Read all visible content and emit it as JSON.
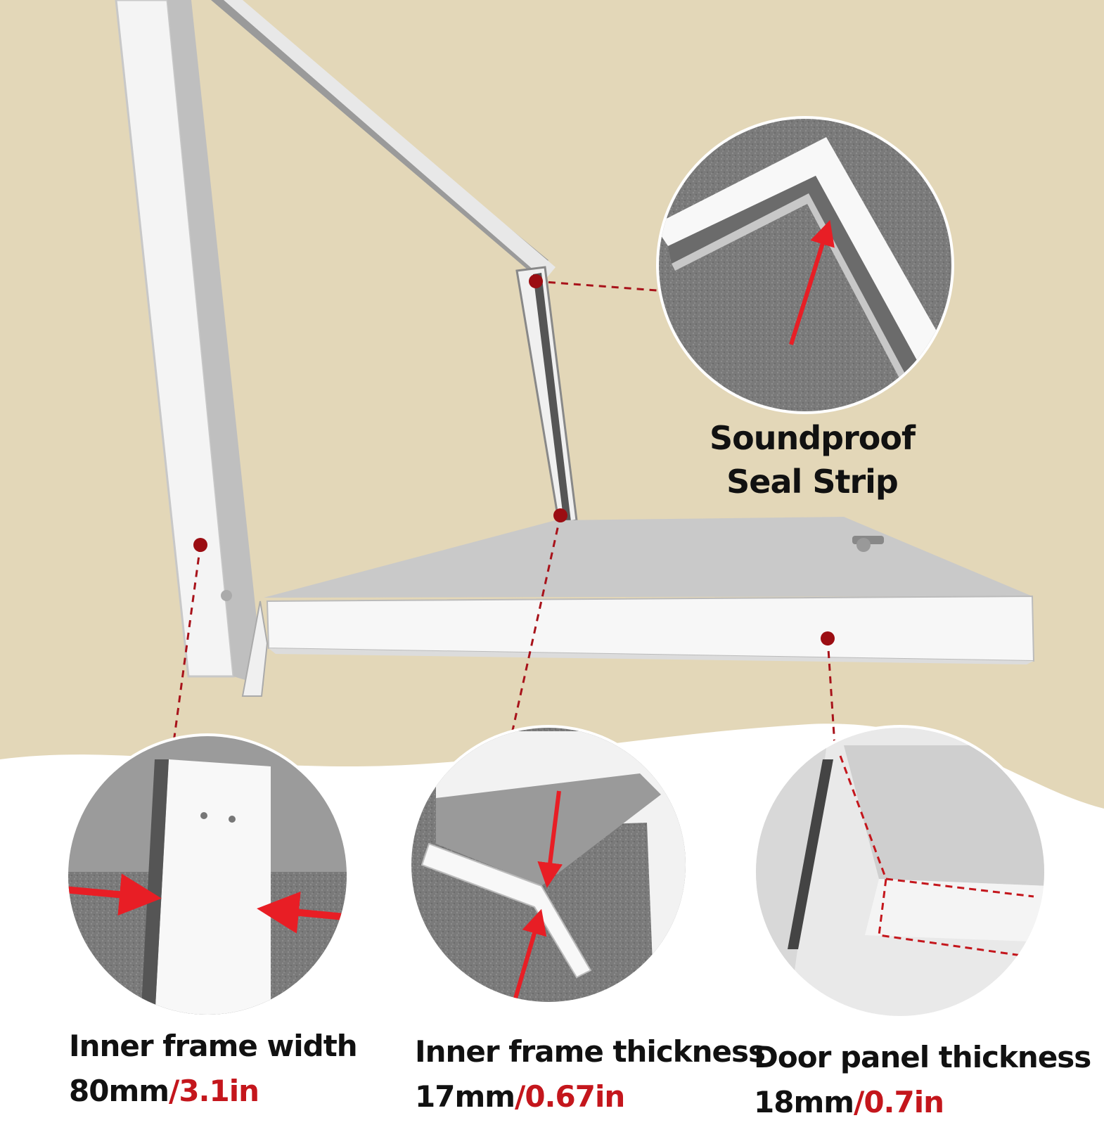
{
  "callouts": {
    "seal_strip": {
      "line1": "Soundproof",
      "line2": "Seal Strip"
    },
    "inner_width": {
      "title": "Inner frame width",
      "metric": "80mm",
      "imperial": "/3.1in"
    },
    "inner_thickness": {
      "title": "Inner frame thickness",
      "metric": "17mm",
      "imperial": "/0.67in"
    },
    "panel_thickness": {
      "title": "Door panel thickness",
      "metric": "18mm",
      "imperial": "/0.7in"
    }
  },
  "colors": {
    "beige_background": "#e3d7b8",
    "accent_red": "#c4161c",
    "dot_red": "#9b0d12",
    "frame_white": "#f4f4f4",
    "carpet_gray": "#7d7d7d"
  },
  "icons": {
    "leader_dot": "dark red circle",
    "pointer_arrow": "red arrow"
  }
}
